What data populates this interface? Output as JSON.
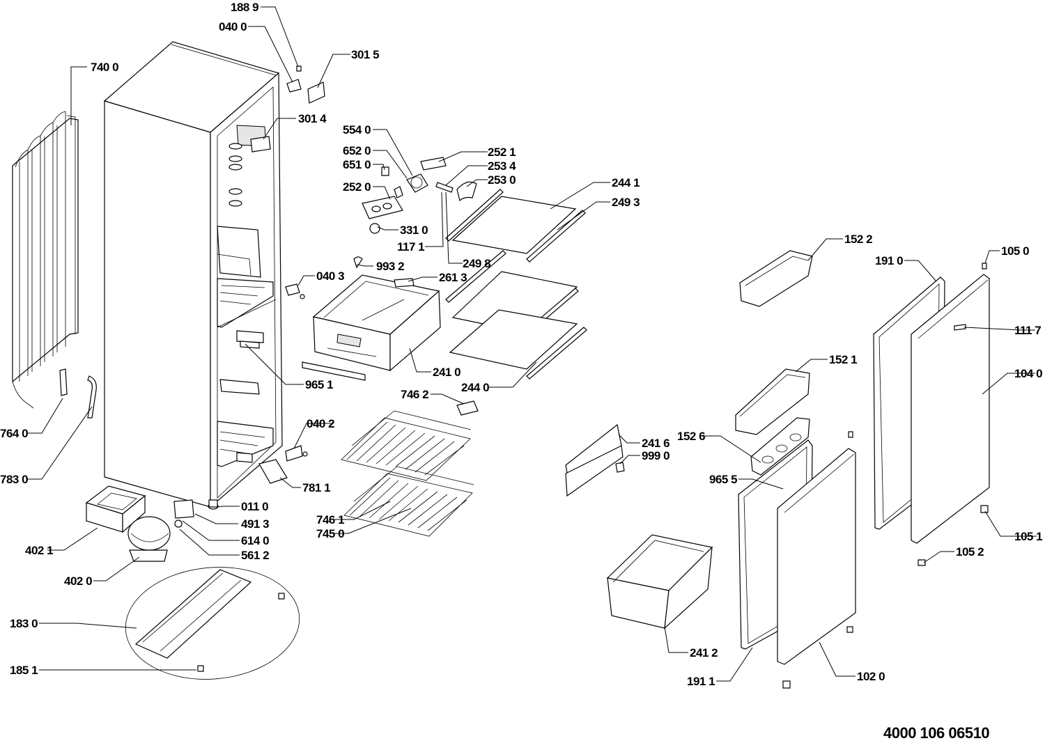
{
  "document_number": "4000 106 06510",
  "callouts": {
    "c1889": "188 9",
    "c0400": "040 0",
    "c3015": "301 5",
    "c7400": "740 0",
    "c3014": "301 4",
    "c5540": "554 0",
    "c6520": "652 0",
    "c6510": "651 0",
    "c2521": "252 1",
    "c2534": "253 4",
    "c2530": "253 0",
    "c2520": "252 0",
    "c2441": "244 1",
    "c2493": "249 3",
    "c3310": "331 0",
    "c1171": "117 1",
    "c2498": "249 8",
    "c9932": "993 2",
    "c0403": "040 3",
    "c2613": "261 3",
    "c1522": "152 2",
    "c1910": "191 0",
    "c1050": "105 0",
    "c1117": "111 7",
    "c1521": "152 1",
    "c2410": "241 0",
    "c9651": "965 1",
    "c2440": "244 0",
    "c1040": "104 0",
    "c7462": "746 2",
    "c7640": "764 0",
    "c0402": "040 2",
    "c1526": "152 6",
    "c2416": "241 6",
    "c9990": "999 0",
    "c7830": "783 0",
    "c9655": "965 5",
    "c7811": "781 1",
    "c0110": "011 0",
    "c4913": "491 3",
    "c4021": "402 1",
    "c6140": "614 0",
    "c5612": "561 2",
    "c7461": "746 1",
    "c7450": "745 0",
    "c1051": "105 1",
    "c1052": "105 2",
    "c4020": "402 0",
    "c1830": "183 0",
    "c2412": "241 2",
    "c1851": "185 1",
    "c1911": "191 1",
    "c1020": "102 0"
  }
}
